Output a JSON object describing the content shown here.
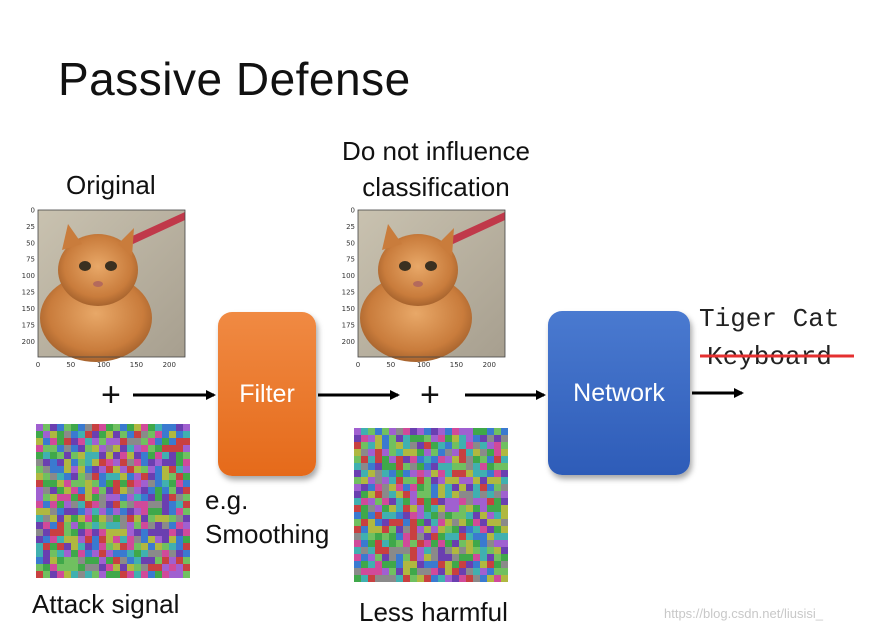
{
  "slide": {
    "title": "Passive Defense"
  },
  "labels": {
    "original": "Original",
    "do_not_influence_line1": "Do not influence",
    "do_not_influence_line2": "classification",
    "attack_signal": "Attack signal",
    "eg": "e.g.",
    "smoothing": "Smoothing",
    "less_harmful": "Less harmful"
  },
  "boxes": {
    "filter": "Filter",
    "network": "Network"
  },
  "operators": {
    "plus": "+"
  },
  "outputs": {
    "correct_label": "Tiger Cat",
    "wrong_label": "Keyboard",
    "strike_color": "#e53030"
  },
  "plot_axes": {
    "y_ticks": [
      "0",
      "25",
      "50",
      "75",
      "100",
      "125",
      "150",
      "175",
      "200"
    ],
    "x_ticks": [
      "0",
      "50",
      "100",
      "150",
      "200"
    ]
  },
  "watermark": "https://blog.csdn.net/liusisi_"
}
